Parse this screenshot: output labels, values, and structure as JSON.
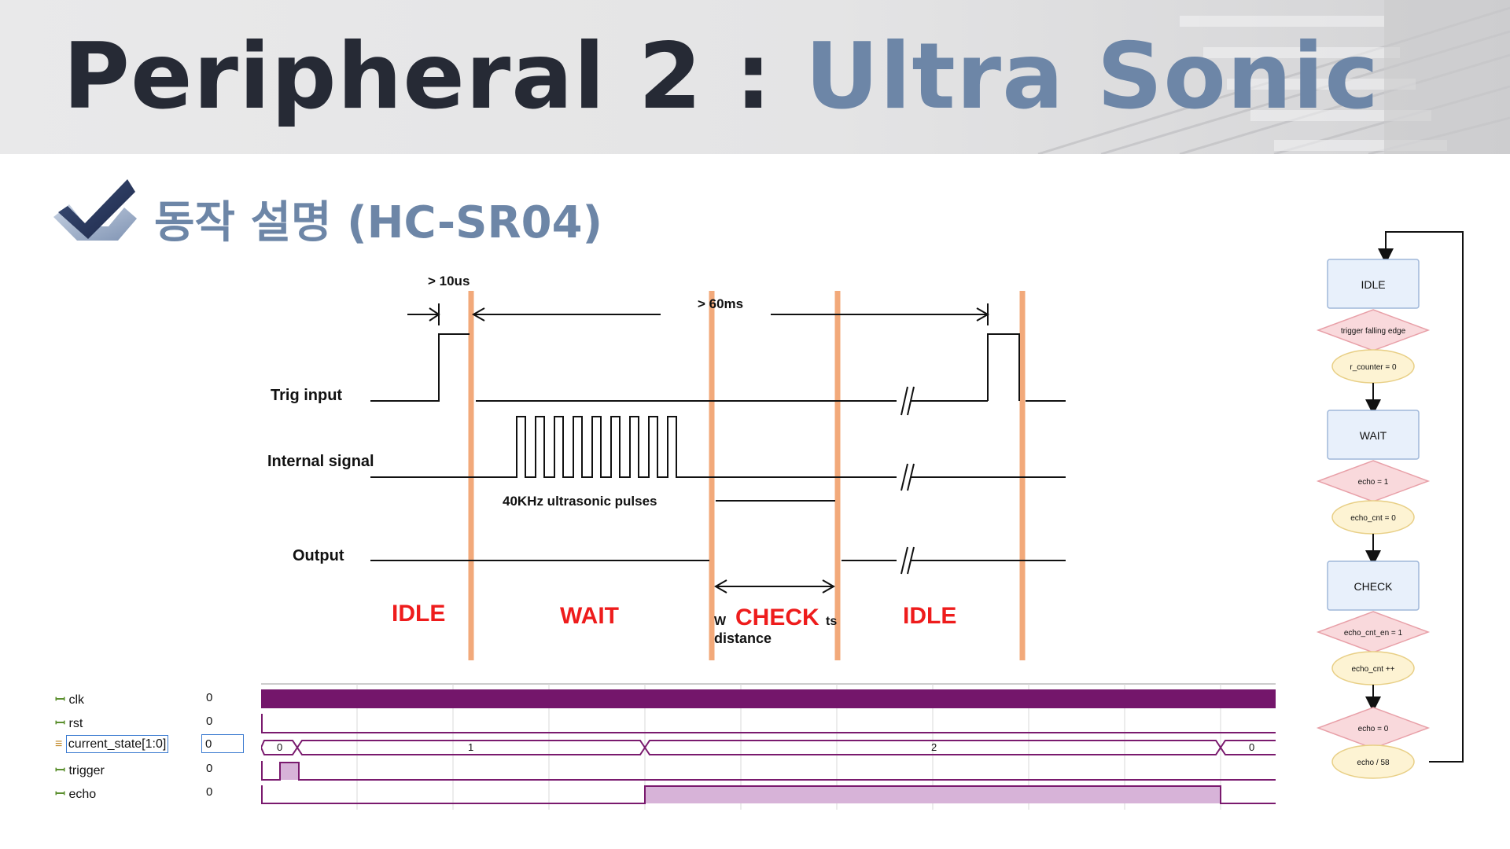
{
  "title": {
    "part1": "Peripheral  2 : ",
    "part2": "Ultra Sonic"
  },
  "subtitle": "동작 설명 (HC-SR04)",
  "timing": {
    "gt10us": "> 10us",
    "gt60ms": "> 60ms",
    "trig_label": "Trig input",
    "internal_label": "Internal signal",
    "output_label": "Output",
    "pulses_label": "40KHz ultrasonic pulses",
    "distance_frag1": "W",
    "distance_frag2": "ts",
    "distance_frag3": "distance",
    "states": [
      "IDLE",
      "WAIT",
      "CHECK",
      "IDLE"
    ],
    "state_color": "#ee1c1c",
    "divider_color": "#f2a97a"
  },
  "waveform": {
    "signals": [
      {
        "name": "clk",
        "value": "0"
      },
      {
        "name": "rst",
        "value": "0"
      },
      {
        "name": "current_state[1:0]",
        "value": "0"
      },
      {
        "name": "trigger",
        "value": "0"
      },
      {
        "name": "echo",
        "value": "0"
      }
    ],
    "state_values": [
      "0",
      "1",
      "2",
      "0"
    ],
    "signal_color": "#7a1a6e",
    "fill_color": "#d7b3d8"
  },
  "flow": {
    "states": [
      "IDLE",
      "WAIT",
      "CHECK"
    ],
    "conditions": [
      "trigger falling edge",
      "echo = 1",
      "echo_cnt_en = 1",
      "echo = 0"
    ],
    "actions": [
      "r_counter = 0",
      "echo_cnt = 0",
      "echo_cnt ++",
      "echo / 58"
    ],
    "state_fill": "#e8f0fb",
    "cond_fill": "#f9d9dc",
    "action_fill": "#fdf3d3"
  }
}
